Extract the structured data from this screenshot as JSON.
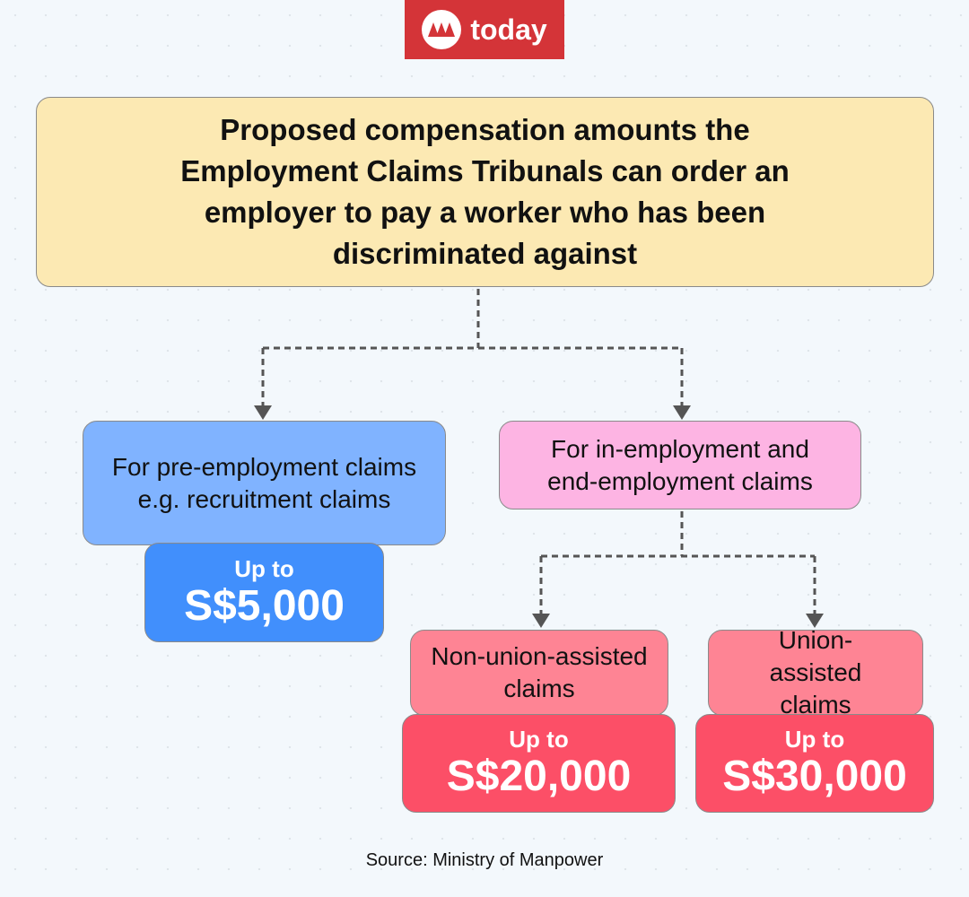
{
  "logo": {
    "text": "today"
  },
  "title": "Proposed compensation amounts the Employment Claims Tribunals can order an employer to pay a worker who has been discriminated against",
  "branches": {
    "pre": {
      "label": "For pre-employment claims e.g. recruitment claims",
      "up_to": "Up to",
      "amount": "S$5,000"
    },
    "in": {
      "label": "For in-employment and end-employment claims"
    },
    "non_union": {
      "label": "Non-union-assisted claims",
      "up_to": "Up to",
      "amount": "S$20,000"
    },
    "union": {
      "label": "Union-assisted claims",
      "up_to": "Up to",
      "amount": "S$30,000"
    }
  },
  "source": "Source: Ministry of Manpower",
  "colors": {
    "logo": "#d43438",
    "title_bg": "#fce9b3",
    "pre_light": "#80b3ff",
    "pre_dark": "#418ffc",
    "in_light": "#fdb4e3",
    "claim_light": "#fe8494",
    "claim_dark": "#fc4f67"
  }
}
